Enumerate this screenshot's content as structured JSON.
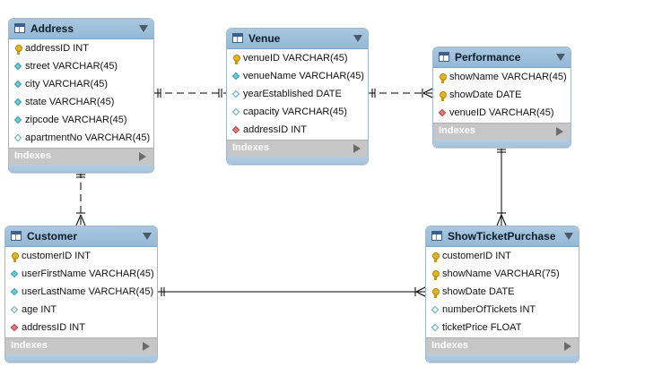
{
  "diagram": {
    "tables": [
      {
        "id": "address",
        "name": "Address",
        "indexes_label": "Indexes",
        "columns": [
          {
            "label": "addressID INT",
            "icon": "primary-key-icon"
          },
          {
            "label": "street VARCHAR(45)",
            "icon": "filled-diamond-icon"
          },
          {
            "label": "city VARCHAR(45)",
            "icon": "filled-diamond-icon"
          },
          {
            "label": "state VARCHAR(45)",
            "icon": "filled-diamond-icon"
          },
          {
            "label": "zipcode VARCHAR(45)",
            "icon": "filled-diamond-icon"
          },
          {
            "label": "apartmentNo VARCHAR(45)",
            "icon": "empty-diamond-icon"
          }
        ]
      },
      {
        "id": "venue",
        "name": "Venue",
        "indexes_label": "Indexes",
        "columns": [
          {
            "label": "venueID VARCHAR(45)",
            "icon": "primary-key-icon"
          },
          {
            "label": "venueName VARCHAR(45)",
            "icon": "filled-diamond-icon"
          },
          {
            "label": "yearEstablished DATE",
            "icon": "empty-diamond-icon"
          },
          {
            "label": "capacity VARCHAR(45)",
            "icon": "empty-diamond-icon"
          },
          {
            "label": "addressID INT",
            "icon": "foreign-key-icon"
          }
        ]
      },
      {
        "id": "performance",
        "name": "Performance",
        "indexes_label": "Indexes",
        "columns": [
          {
            "label": "showName VARCHAR(45)",
            "icon": "primary-key-icon"
          },
          {
            "label": "showDate DATE",
            "icon": "primary-key-icon"
          },
          {
            "label": "venueID VARCHAR(45)",
            "icon": "foreign-key-icon"
          }
        ]
      },
      {
        "id": "customer",
        "name": "Customer",
        "indexes_label": "Indexes",
        "columns": [
          {
            "label": "customerID INT",
            "icon": "primary-key-icon"
          },
          {
            "label": "userFirstName VARCHAR(45)",
            "icon": "filled-diamond-icon"
          },
          {
            "label": "userLastName VARCHAR(45)",
            "icon": "filled-diamond-icon"
          },
          {
            "label": "age INT",
            "icon": "empty-diamond-icon"
          },
          {
            "label": "addressID INT",
            "icon": "foreign-key-icon"
          }
        ]
      },
      {
        "id": "showticketpurchase",
        "name": "ShowTicketPurchase",
        "indexes_label": "Indexes",
        "columns": [
          {
            "label": "customerID INT",
            "icon": "primary-key-icon"
          },
          {
            "label": "showName VARCHAR(75)",
            "icon": "primary-key-icon"
          },
          {
            "label": "showDate DATE",
            "icon": "primary-key-icon"
          },
          {
            "label": "numberOfTickets INT",
            "icon": "empty-diamond-icon"
          },
          {
            "label": "ticketPrice FLOAT",
            "icon": "empty-diamond-icon"
          }
        ]
      }
    ],
    "relationships": [
      {
        "id": "address-venue",
        "from": "address",
        "to": "venue",
        "identifying": false
      },
      {
        "id": "venue-performance",
        "from": "venue",
        "to": "performance",
        "identifying": false
      },
      {
        "id": "address-customer",
        "from": "address",
        "to": "customer",
        "identifying": false
      },
      {
        "id": "performance-showticketpurchase",
        "from": "performance",
        "to": "showticketpurchase",
        "identifying": true
      },
      {
        "id": "customer-showticketpurchase",
        "from": "customer",
        "to": "showticketpurchase",
        "identifying": true
      }
    ]
  }
}
